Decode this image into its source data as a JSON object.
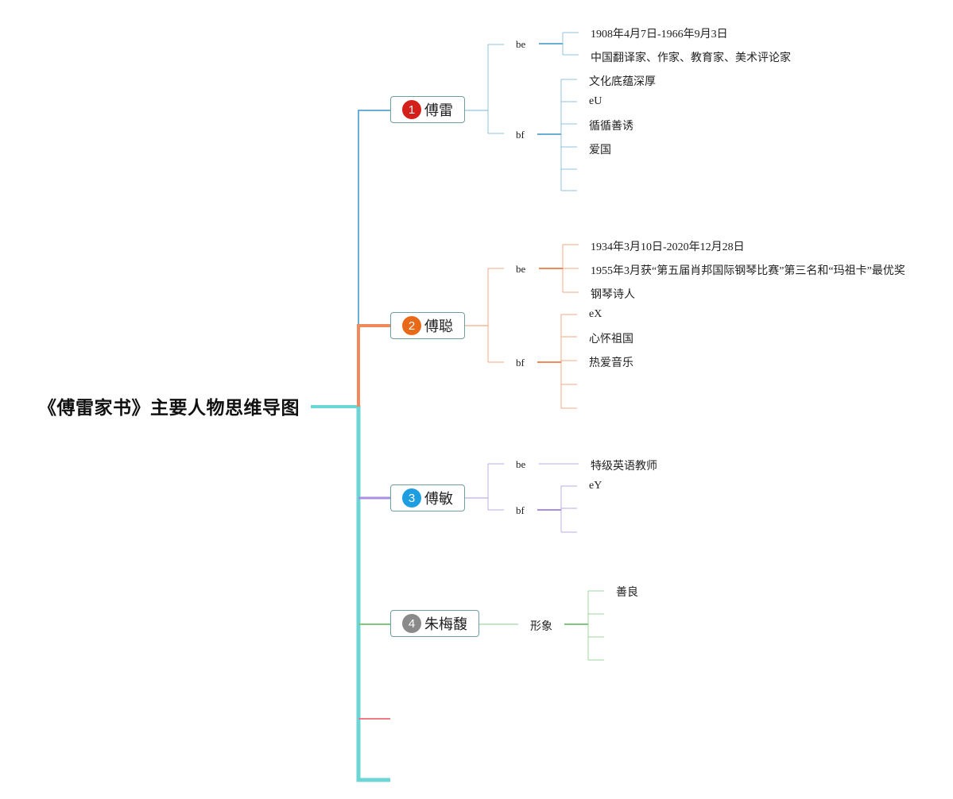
{
  "title": "《傅雷家书》主要人物思维导图",
  "colors": {
    "main": "#6dd5d5",
    "fulei": "#6aaed6",
    "fucong": "#f08a5d",
    "fumin": "#a98fe0",
    "zhu": "#7ec87e",
    "empty": "#ee7b86"
  },
  "nodes": [
    {
      "number": "1",
      "name": "傅雷",
      "badge_color": "#d4201a",
      "groups": [
        {
          "label": "be",
          "items": [
            "1908年4月7日-1966年9月3日",
            "中国翻译家、作家、教育家、美术评论家"
          ]
        },
        {
          "label": "bf",
          "items": [
            "文化底蕴深厚",
            "eU",
            "循循善诱",
            "爱国",
            "",
            ""
          ]
        }
      ]
    },
    {
      "number": "2",
      "name": "傅聪",
      "badge_color": "#e86a18",
      "groups": [
        {
          "label": "be",
          "items": [
            "1934年3月10日-2020年12月28日",
            "1955年3月获“第五届肖邦国际钢琴比赛”第三名和“玛祖卡”最优奖",
            "钢琴诗人"
          ]
        },
        {
          "label": "bf",
          "items": [
            "eX",
            "心怀祖国",
            "热爱音乐",
            "",
            ""
          ]
        }
      ]
    },
    {
      "number": "3",
      "name": "傅敏",
      "badge_color": "#1e9ee0",
      "groups": [
        {
          "label": "be",
          "items": [
            "特级英语教师"
          ]
        },
        {
          "label": "bf",
          "items": [
            "eY",
            "",
            ""
          ]
        }
      ]
    },
    {
      "number": "4",
      "name": "朱梅馥",
      "badge_color": "#8a8a8a",
      "groups": [
        {
          "label": "形象",
          "items": [
            "善良",
            "",
            "",
            ""
          ]
        }
      ]
    }
  ]
}
